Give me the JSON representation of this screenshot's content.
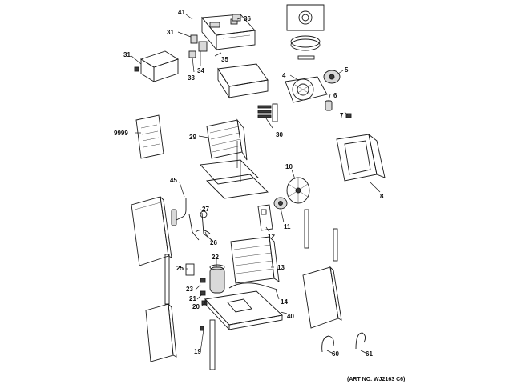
{
  "diagram": {
    "art_number": "(ART NO. WJ2163 C6)",
    "callouts": [
      {
        "id": "41",
        "label": "41"
      },
      {
        "id": "36",
        "label": "36"
      },
      {
        "id": "31a",
        "label": "31"
      },
      {
        "id": "31b",
        "label": "31"
      },
      {
        "id": "35",
        "label": "35"
      },
      {
        "id": "34",
        "label": "34"
      },
      {
        "id": "33",
        "label": "33"
      },
      {
        "id": "4",
        "label": "4"
      },
      {
        "id": "5",
        "label": "5"
      },
      {
        "id": "6",
        "label": "6"
      },
      {
        "id": "7",
        "label": "7"
      },
      {
        "id": "9999",
        "label": "9999"
      },
      {
        "id": "29",
        "label": "29"
      },
      {
        "id": "30",
        "label": "30"
      },
      {
        "id": "8",
        "label": "8"
      },
      {
        "id": "10",
        "label": "10"
      },
      {
        "id": "45",
        "label": "45"
      },
      {
        "id": "27",
        "label": "27"
      },
      {
        "id": "26",
        "label": "26"
      },
      {
        "id": "11",
        "label": "11"
      },
      {
        "id": "12",
        "label": "12"
      },
      {
        "id": "22",
        "label": "22"
      },
      {
        "id": "25",
        "label": "25"
      },
      {
        "id": "13",
        "label": "13"
      },
      {
        "id": "23",
        "label": "23"
      },
      {
        "id": "21",
        "label": "21"
      },
      {
        "id": "20",
        "label": "20"
      },
      {
        "id": "14",
        "label": "14"
      },
      {
        "id": "40",
        "label": "40"
      },
      {
        "id": "19",
        "label": "19"
      },
      {
        "id": "60",
        "label": "60"
      },
      {
        "id": "61",
        "label": "61"
      }
    ]
  }
}
